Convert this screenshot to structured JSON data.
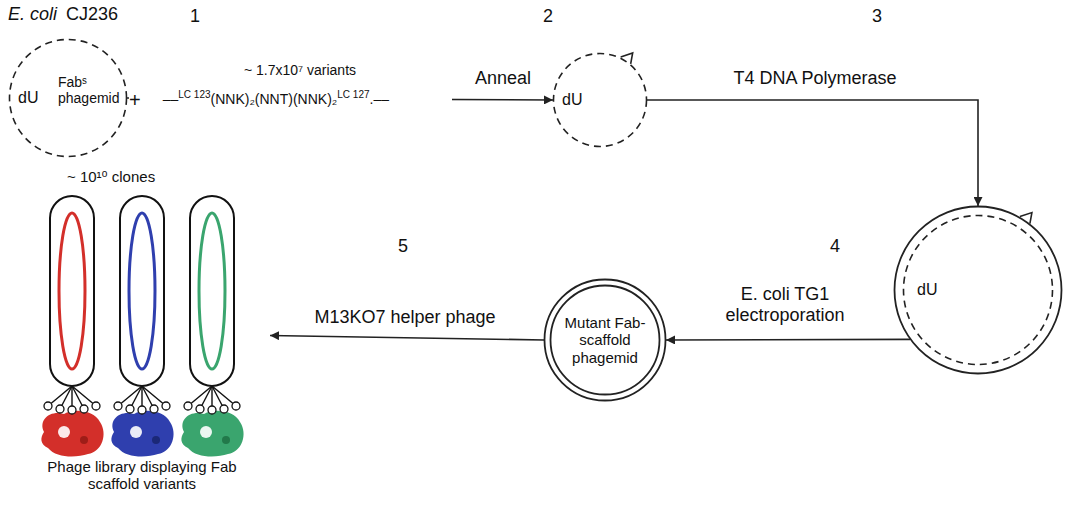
{
  "diagram": {
    "nodes": [
      {
        "text": [
          "dU",
          "Fabˢ phagemid"
        ]
      },
      {
        "text": [
          "dU"
        ]
      },
      {
        "text": [
          "dU"
        ]
      },
      {
        "text": [
          "Mutant Fab-scaffold phagemid"
        ]
      },
      {
        "text": [
          "~ 10¹⁰ clones",
          "Phage library displaying Fab scaffold variants"
        ]
      }
    ],
    "edges": [
      {
        "from": 0,
        "to": 1,
        "arrow": "to",
        "label": "Anneal"
      },
      {
        "from": 1,
        "to": 2,
        "arrow": "to",
        "label": "T4 DNA Polymerase"
      },
      {
        "from": 2,
        "to": 3,
        "arrow": "to",
        "label": "E. coli TG1 electroporation"
      },
      {
        "from": 3,
        "to": 4,
        "arrow": "to",
        "label": "M13KO7 helper phage"
      }
    ],
    "labels": [
      "E. coli",
      "CJ236",
      "1",
      "2",
      "3",
      "4",
      "5",
      "~ 1.7x10⁷ variants",
      "+",
      "––",
      "LC 123",
      "(NNK)₂",
      "(NNT)",
      "(NNK)₂",
      "LC 127",
      ".––"
    ]
  }
}
